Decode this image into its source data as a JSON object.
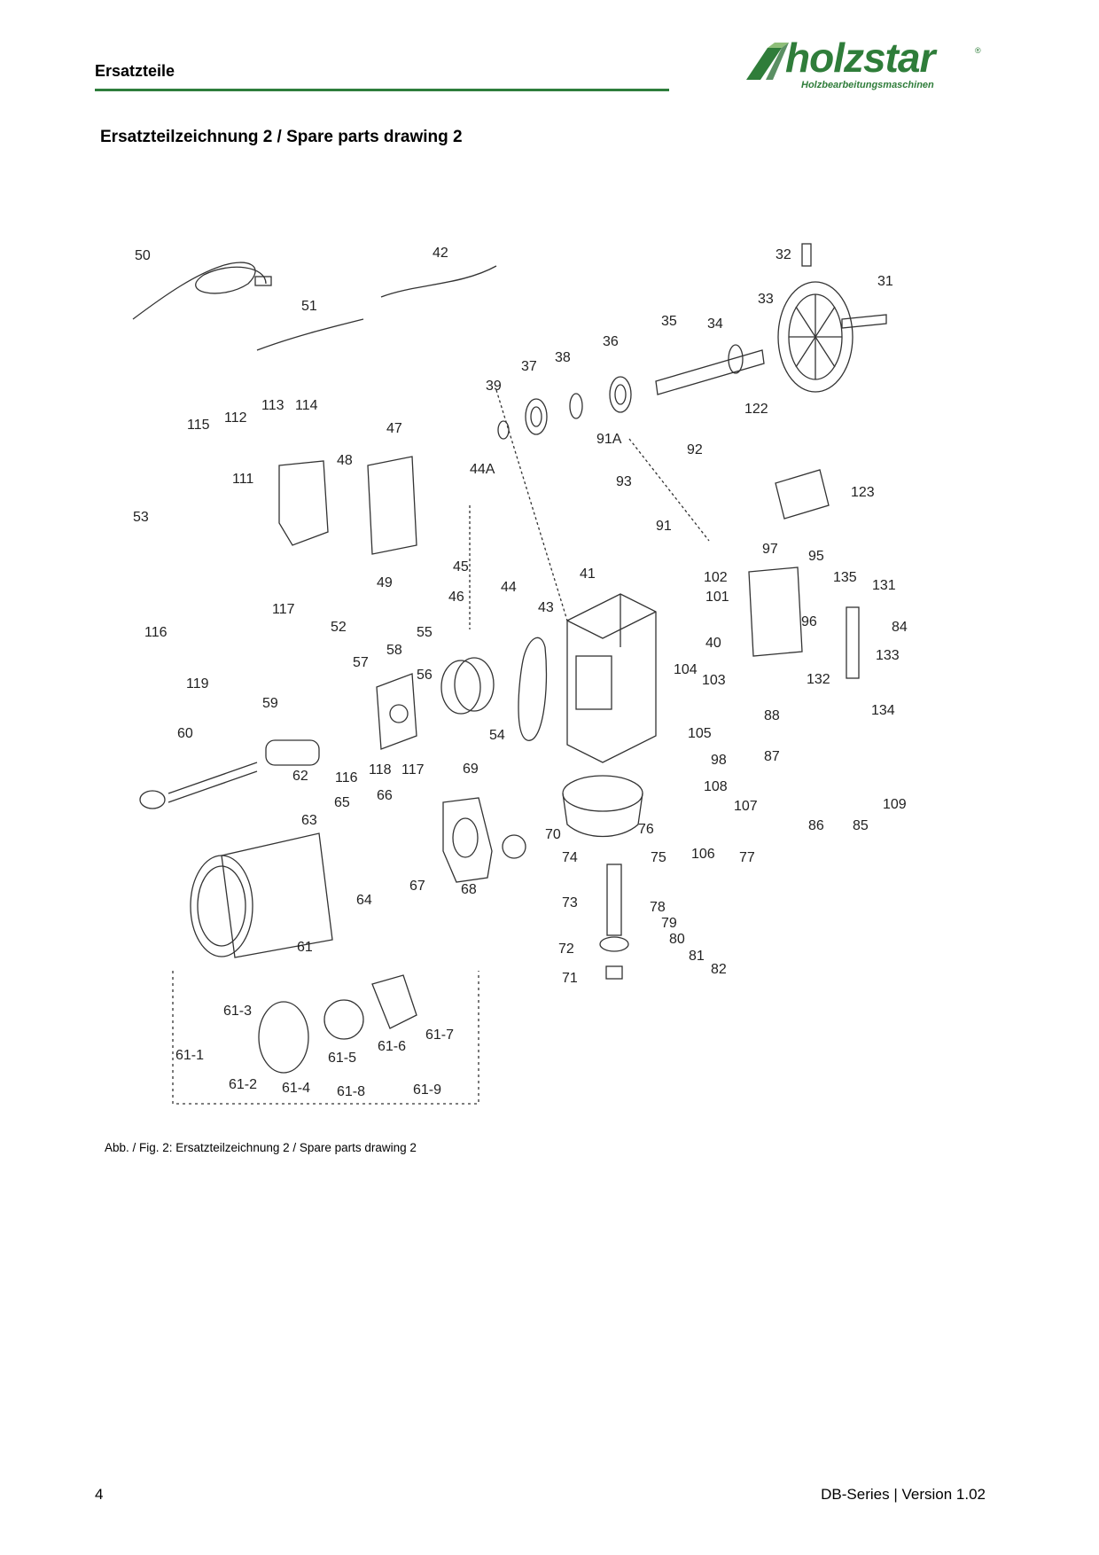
{
  "header": {
    "title": "Ersatzteile",
    "logo_text": "holzstar",
    "logo_subtitle": "Holzbearbeitungsmaschinen",
    "logo_reg_mark": "®",
    "accent_color": "#2e7d3c"
  },
  "section_title": "Ersatzteilzeichnung 2 / Spare parts drawing 2",
  "drawing": {
    "part_labels": [
      "50",
      "42",
      "51",
      "32",
      "31",
      "33",
      "35",
      "34",
      "36",
      "37",
      "38",
      "39",
      "115",
      "112",
      "113",
      "114",
      "47",
      "48",
      "111",
      "53",
      "44A",
      "91A",
      "92",
      "93",
      "91",
      "122",
      "123",
      "49",
      "52",
      "45",
      "44",
      "46",
      "43",
      "41",
      "102",
      "101",
      "97",
      "95",
      "96",
      "135",
      "131",
      "84",
      "116",
      "117",
      "119",
      "55",
      "58",
      "57",
      "56",
      "40",
      "104",
      "103",
      "133",
      "132",
      "134",
      "59",
      "60",
      "62",
      "116",
      "118",
      "117",
      "54",
      "105",
      "98",
      "108",
      "88",
      "87",
      "63",
      "65",
      "66",
      "69",
      "107",
      "86",
      "85",
      "109",
      "76",
      "70",
      "74",
      "75",
      "106",
      "77",
      "61",
      "64",
      "67",
      "68",
      "73",
      "78",
      "79",
      "80",
      "81",
      "82",
      "72",
      "71",
      "61-3",
      "61-1",
      "61-2",
      "61-4",
      "61-5",
      "61-6",
      "61-7",
      "61-8",
      "61-9"
    ]
  },
  "caption": "Abb. / Fig. 2: Ersatzteilzeichnung 2 / Spare parts drawing 2",
  "footer": {
    "page_number": "4",
    "version": "DB-Series | Version 1.02"
  }
}
